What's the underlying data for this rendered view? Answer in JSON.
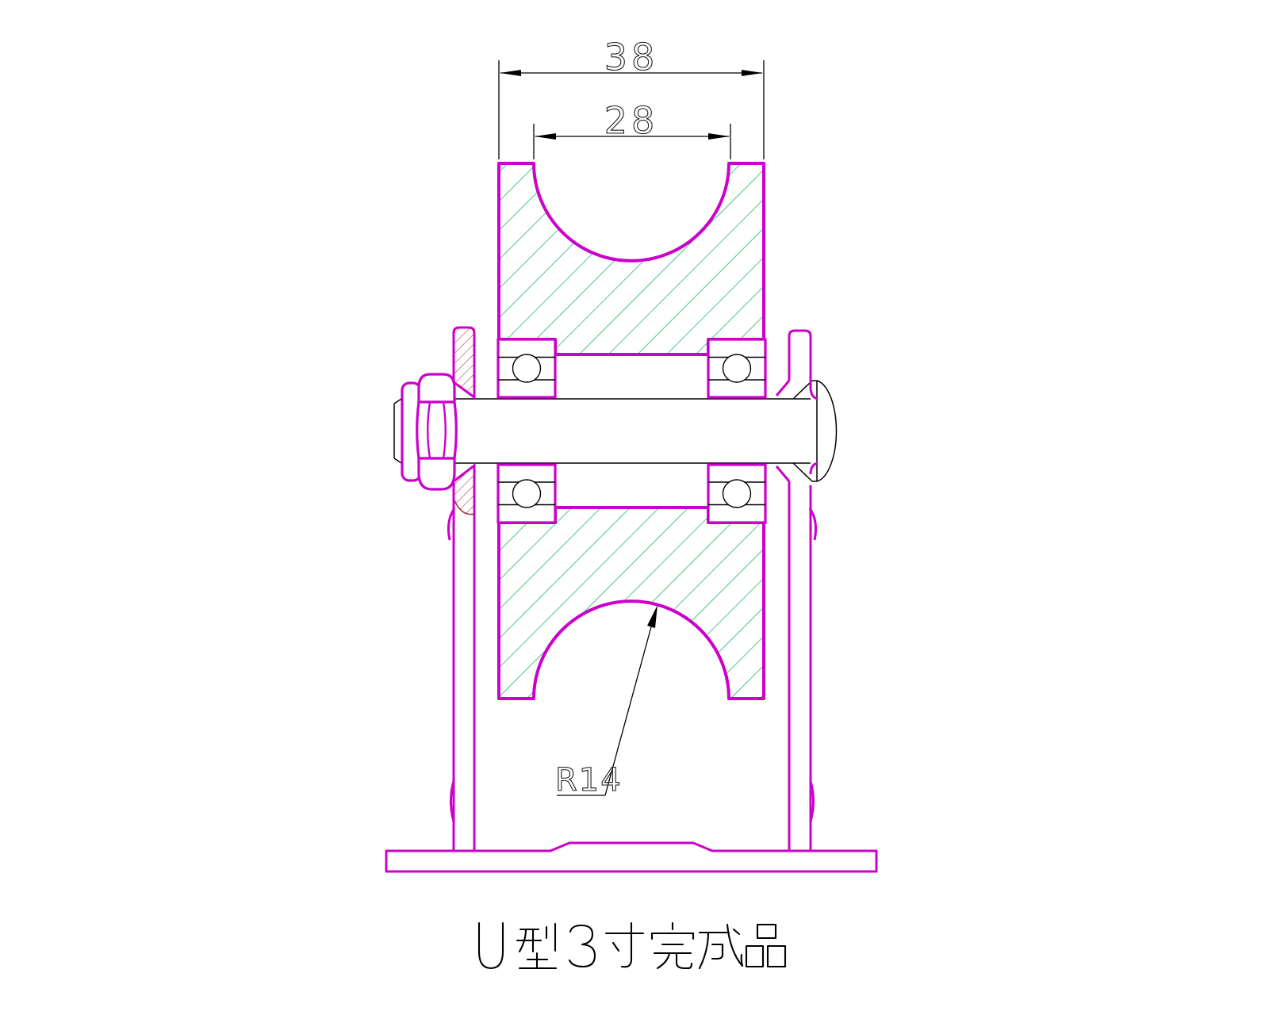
{
  "title": {
    "text": "U型3寸完成品"
  },
  "dimensions": {
    "overall_width": "38",
    "groove_width": "28",
    "groove_radius": "R14"
  },
  "colors": {
    "outline_magenta": "#CC00CC",
    "hatch_green": "#00B050",
    "hatch_red": "#AA3333",
    "annotation_black": "#000000",
    "background": "#FFFFFF"
  }
}
